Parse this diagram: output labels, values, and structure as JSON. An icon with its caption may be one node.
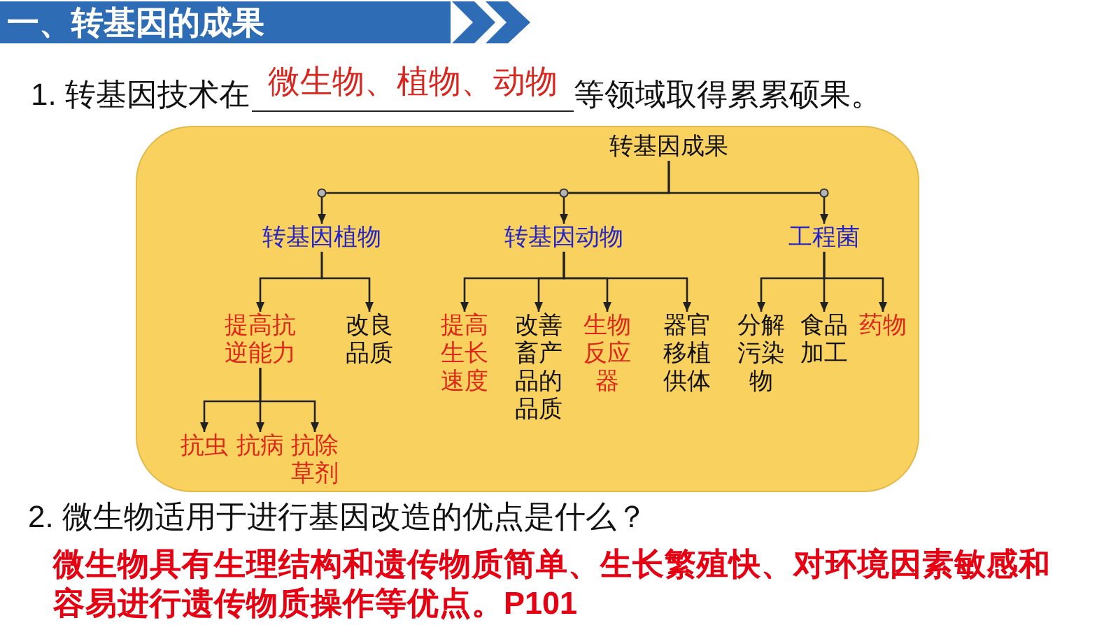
{
  "diagram": {
    "title": "一、转基因的成果",
    "nodes": [
      {
        "text": [],
        "shape": "box"
      },
      {
        "text": [
          "转基因成果"
        ],
        "in": 0
      },
      {
        "text": [
          "转基因植物"
        ],
        "in": 0
      },
      {
        "text": [
          "转基因动物"
        ],
        "in": 0
      },
      {
        "text": [
          "工程菌"
        ],
        "in": 0
      },
      {
        "text": [
          "提高抗逆能力"
        ],
        "in": 0
      },
      {
        "text": [
          "改良品质"
        ],
        "in": 0
      },
      {
        "text": [
          "提高生长速度"
        ],
        "in": 0
      },
      {
        "text": [
          "改善畜产品的品质"
        ],
        "in": 0
      },
      {
        "text": [
          "生物反应器"
        ],
        "in": 0
      },
      {
        "text": [
          "器官移植供体"
        ],
        "in": 0
      },
      {
        "text": [
          "分解污染物"
        ],
        "in": 0
      },
      {
        "text": [
          "食品加工"
        ],
        "in": 0
      },
      {
        "text": [
          "药物"
        ],
        "in": 0
      },
      {
        "text": [
          "抗虫"
        ],
        "in": 0
      },
      {
        "text": [
          "抗病"
        ],
        "in": 0
      },
      {
        "text": [
          "抗除草剂"
        ],
        "in": 0
      }
    ],
    "edges": [
      {
        "from": 1,
        "to": 2,
        "arrow": "to"
      },
      {
        "from": 1,
        "to": 3,
        "arrow": "to"
      },
      {
        "from": 1,
        "to": 4,
        "arrow": "to"
      },
      {
        "from": 2,
        "to": 5,
        "arrow": "to"
      },
      {
        "from": 2,
        "to": 6,
        "arrow": "to"
      },
      {
        "from": 3,
        "to": 7,
        "arrow": "to"
      },
      {
        "from": 3,
        "to": 8,
        "arrow": "to"
      },
      {
        "from": 3,
        "to": 9,
        "arrow": "to"
      },
      {
        "from": 3,
        "to": 10,
        "arrow": "to"
      },
      {
        "from": 4,
        "to": 11,
        "arrow": "to"
      },
      {
        "from": 4,
        "to": 12,
        "arrow": "to"
      },
      {
        "from": 4,
        "to": 13,
        "arrow": "to"
      },
      {
        "from": 5,
        "to": 14,
        "arrow": "to"
      },
      {
        "from": 5,
        "to": 15,
        "arrow": "to"
      },
      {
        "from": 5,
        "to": 16,
        "arrow": "to"
      }
    ],
    "labels": [
      "1. 转基因技术在",
      "微生物、植物、动物",
      "等领域取得累累硕果。",
      "2. 微生物适用于进行基因改造的优点是什么？",
      "微生物具有生理结构和遗传物质简单、生长繁殖快、对环境因素敏感和容易进行遗传物质操作等优点。P101"
    ]
  }
}
